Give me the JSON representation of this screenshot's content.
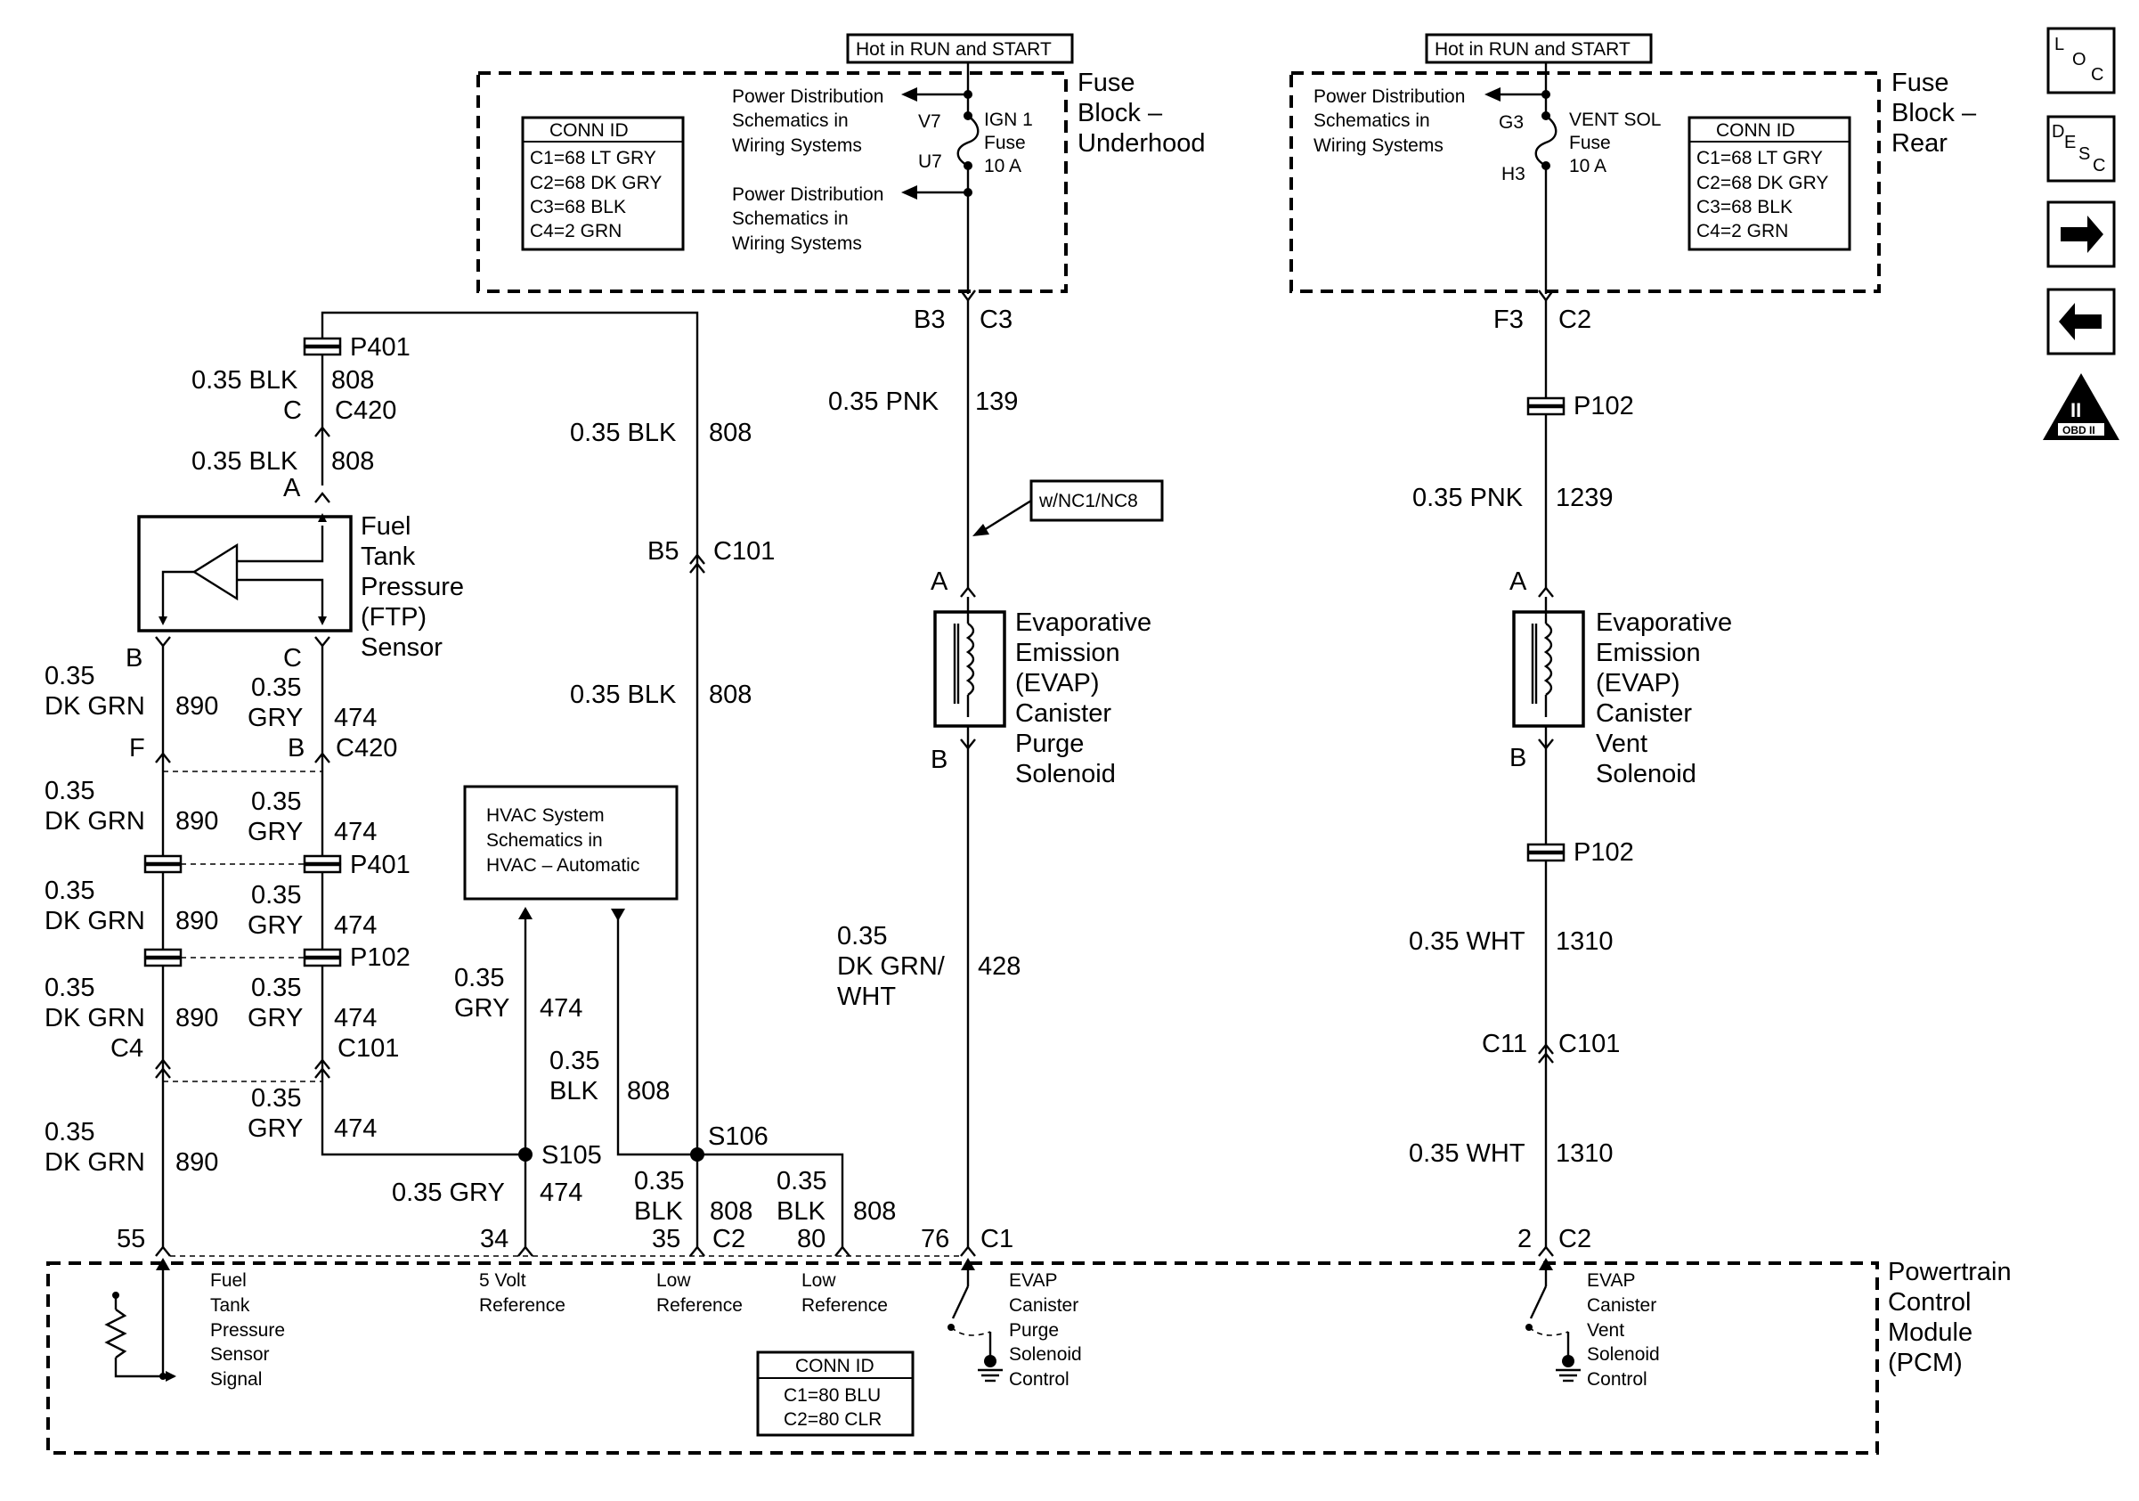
{
  "hot_labels": [
    "Hot in RUN and START",
    "Hot in RUN and START"
  ],
  "fuse_blocks": {
    "underhood": {
      "title": [
        "Fuse",
        "Block –",
        "Underhood"
      ],
      "pd_text_1": [
        "Power Distribution",
        "Schematics in",
        "Wiring Systems"
      ],
      "pd_text_2": [
        "Power Distribution",
        "Schematics in",
        "Wiring Systems"
      ],
      "pin_top": "V7",
      "pin_bottom": "U7",
      "fuse": [
        "IGN 1",
        "Fuse",
        "10 A"
      ]
    },
    "rear": {
      "title": [
        "Fuse",
        "Block –",
        "Rear"
      ],
      "pd_text": [
        "Power Distribution",
        "Schematics in",
        "Wiring Systems"
      ],
      "pin_top": "G3",
      "pin_bottom": "H3",
      "fuse": [
        "VENT SOL",
        "Fuse",
        "10 A"
      ]
    }
  },
  "conn_ids": {
    "fuse_block": {
      "header": "CONN ID",
      "lines": [
        "C1=68 LT GRY",
        "C2=68 DK GRY",
        "C3=68 BLK",
        "C4=2 GRN"
      ]
    },
    "pcm": {
      "header": "CONN ID",
      "lines": [
        "C1=80 BLU",
        "C2=80 CLR"
      ]
    }
  },
  "connectors": {
    "b3": "B3",
    "c3": "C3",
    "f3": "F3",
    "c2_top": "C2",
    "p401": "P401",
    "p102": "P102",
    "c420": "C420",
    "c101": "C101",
    "s105": "S105",
    "s106": "S106",
    "b5": "B5",
    "c11": "C11",
    "c1": "C1",
    "c2": "C2",
    "c4": "C4",
    "pin_a": "A",
    "pin_b": "B",
    "pin_c": "C",
    "pin_f": "F",
    "pin_55": "55",
    "pin_34": "34",
    "pin_35": "35",
    "pin_80": "80",
    "pin_76": "76",
    "pin_2": "2"
  },
  "wires": {
    "blk_808": {
      "gauge": "0.35 BLK",
      "num": "808"
    },
    "pnk_139": {
      "gauge": "0.35 PNK",
      "num": "139"
    },
    "pnk_1239": {
      "gauge": "0.35 PNK",
      "num": "1239"
    },
    "wht_1310": {
      "gauge": "0.35 WHT",
      "num": "1310"
    },
    "gry_474": {
      "gauge": "0.35 GRY",
      "num": "474"
    },
    "dkgrn_890": {
      "gauge_1": "0.35",
      "gauge_2": "DK GRN",
      "num": "890"
    },
    "gry2_474": {
      "gauge_1": "0.35",
      "gauge_2": "GRY",
      "num": "474"
    },
    "blk2_808": {
      "gauge_1": "0.35",
      "gauge_2": "BLK",
      "num": "808"
    },
    "dkgrnwht_428": {
      "gauge_1": "0.35",
      "gauge_2": "DK GRN/",
      "gauge_3": "WHT",
      "num": "428"
    }
  },
  "option_note": "w/NC1/NC8",
  "components": {
    "ftp_sensor": [
      "Fuel",
      "Tank",
      "Pressure",
      "(FTP)",
      "Sensor"
    ],
    "purge_solenoid": [
      "Evaporative",
      "Emission",
      "(EVAP)",
      "Canister",
      "Purge",
      "Solenoid"
    ],
    "vent_solenoid": [
      "Evaporative",
      "Emission",
      "(EVAP)",
      "Canister",
      "Vent",
      "Solenoid"
    ],
    "hvac": [
      "HVAC System",
      "Schematics in",
      "HVAC – Automatic"
    ]
  },
  "pcm": {
    "title": [
      "Powertrain",
      "Control",
      "Module",
      "(PCM)"
    ],
    "ftp_signal": [
      "Fuel",
      "Tank",
      "Pressure",
      "Sensor",
      "Signal"
    ],
    "five_volt": [
      "5 Volt",
      "Reference"
    ],
    "low_ref_1": [
      "Low",
      "Reference"
    ],
    "low_ref_2": [
      "Low",
      "Reference"
    ],
    "purge_control": [
      "EVAP",
      "Canister",
      "Purge",
      "Solenoid",
      "Control"
    ],
    "vent_control": [
      "EVAP",
      "Canister",
      "Vent",
      "Solenoid",
      "Control"
    ]
  },
  "nav_icons": {
    "loc": [
      "L",
      "O",
      "C"
    ],
    "desc": [
      "D",
      "E",
      "S",
      "C"
    ],
    "obd": [
      "II",
      "OBD II"
    ]
  }
}
